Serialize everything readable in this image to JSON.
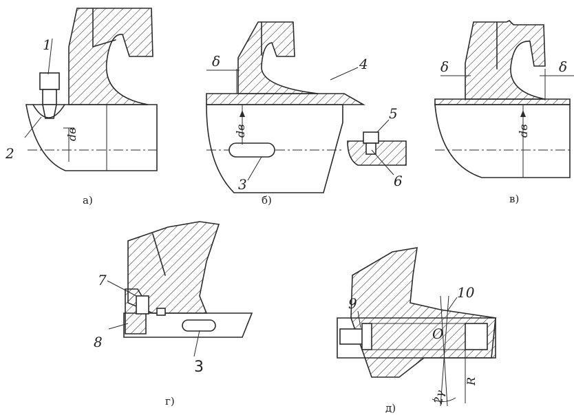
{
  "figure": {
    "captions": {
      "a": "а)",
      "b": "б)",
      "v": "в)",
      "g": "г)",
      "d": "д)"
    },
    "labels": {
      "n1": "1",
      "n2": "2",
      "n3": "3",
      "n4": "4",
      "n5": "5",
      "n6": "6",
      "n7": "7",
      "n8": "8",
      "n3g": "3",
      "n9": "9",
      "n10": "10",
      "delta": "δ",
      "db": "dв",
      "o": "O",
      "r": "R",
      "gamma": "2γ"
    }
  }
}
